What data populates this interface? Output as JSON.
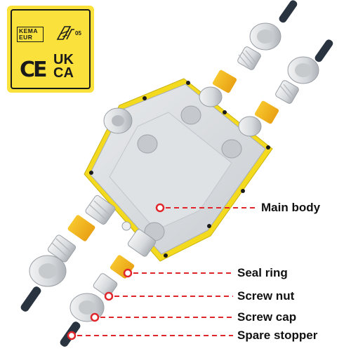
{
  "certifications": {
    "kema_line1": "KEMA",
    "kema_line2": "EUR",
    "enec_number": "05",
    "ce": "CE",
    "ukca_line1": "UK",
    "ukca_line2": "CA"
  },
  "labels": {
    "main_body": "Main body",
    "seal_ring": "Seal ring",
    "screw_nut": "Screw nut",
    "screw_cap": "Screw cap",
    "spare_stopper": "Spare stopper"
  },
  "colors": {
    "cert_background": "#fbe13c",
    "box_body": "#d9dcdf",
    "gasket_yellow": "#f3da1f",
    "seal_orange": "#f2b31c",
    "leader_red": "#e0262b",
    "stopper_dark": "#2a3440"
  }
}
